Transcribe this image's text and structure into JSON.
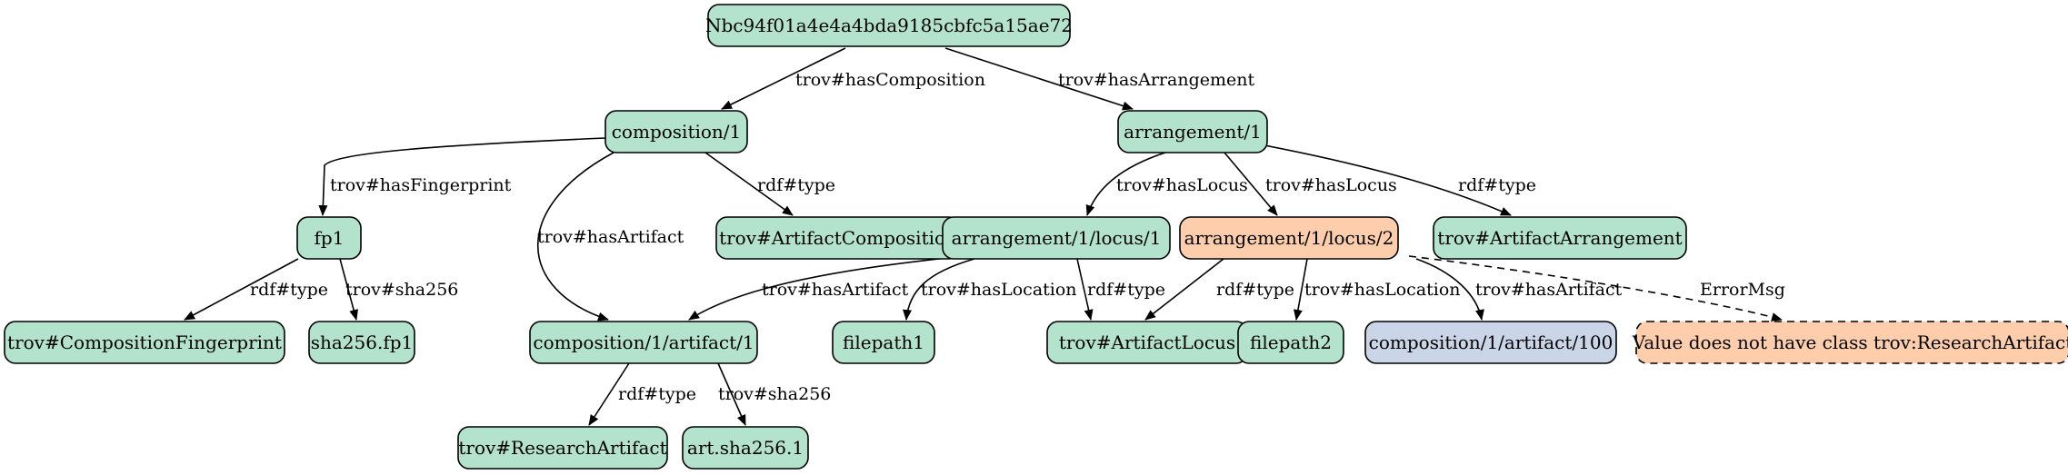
{
  "colors": {
    "default_fill": "#b3e2cd",
    "highlight_fill": "#fdcdac",
    "reference_fill": "#cbd5e8",
    "stroke": "#000000",
    "background": "#ffffff"
  },
  "nodes": [
    {
      "id": "root",
      "label": "Nbc94f01a4e4a4bda9185cbfc5a15ae72",
      "style": "default"
    },
    {
      "id": "composition",
      "label": "composition/1",
      "style": "default"
    },
    {
      "id": "arrangement",
      "label": "arrangement/1",
      "style": "default"
    },
    {
      "id": "fp1",
      "label": "fp1",
      "style": "default"
    },
    {
      "id": "artifact_composition",
      "label": "trov#ArtifactComposition",
      "style": "default"
    },
    {
      "id": "locus1",
      "label": "arrangement/1/locus/1",
      "style": "default"
    },
    {
      "id": "locus2",
      "label": "arrangement/1/locus/2",
      "style": "highlight"
    },
    {
      "id": "artifact_arrangement",
      "label": "trov#ArtifactArrangement",
      "style": "default"
    },
    {
      "id": "composition_fingerprint",
      "label": "trov#CompositionFingerprint",
      "style": "default"
    },
    {
      "id": "sha_fp1",
      "label": "sha256.fp1",
      "style": "default"
    },
    {
      "id": "artifact1",
      "label": "composition/1/artifact/1",
      "style": "default"
    },
    {
      "id": "filepath1",
      "label": "filepath1",
      "style": "default"
    },
    {
      "id": "artifact_locus",
      "label": "trov#ArtifactLocus",
      "style": "default"
    },
    {
      "id": "filepath2",
      "label": "filepath2",
      "style": "default"
    },
    {
      "id": "artifact100",
      "label": "composition/1/artifact/100",
      "style": "reference"
    },
    {
      "id": "error",
      "label": "Value does not have class trov:ResearchArtifact",
      "style": "error"
    },
    {
      "id": "research_artifact",
      "label": "trov#ResearchArtifact",
      "style": "default"
    },
    {
      "id": "art_sha",
      "label": "art.sha256.1",
      "style": "default"
    }
  ],
  "edges": [
    {
      "from": "root",
      "to": "composition",
      "label": "trov#hasComposition"
    },
    {
      "from": "root",
      "to": "arrangement",
      "label": "trov#hasArrangement"
    },
    {
      "from": "composition",
      "to": "fp1",
      "label": "trov#hasFingerprint"
    },
    {
      "from": "composition",
      "to": "artifact1",
      "label": "trov#hasArtifact"
    },
    {
      "from": "composition",
      "to": "artifact_composition",
      "label": "rdf#type"
    },
    {
      "from": "arrangement",
      "to": "locus1",
      "label": "trov#hasLocus"
    },
    {
      "from": "arrangement",
      "to": "locus2",
      "label": "trov#hasLocus"
    },
    {
      "from": "arrangement",
      "to": "artifact_arrangement",
      "label": "rdf#type"
    },
    {
      "from": "fp1",
      "to": "composition_fingerprint",
      "label": "rdf#type"
    },
    {
      "from": "fp1",
      "to": "sha_fp1",
      "label": "trov#sha256"
    },
    {
      "from": "locus1",
      "to": "artifact1",
      "label": "trov#hasArtifact"
    },
    {
      "from": "locus1",
      "to": "filepath1",
      "label": "trov#hasLocation"
    },
    {
      "from": "locus1",
      "to": "artifact_locus",
      "label": "rdf#type"
    },
    {
      "from": "locus2",
      "to": "artifact_locus",
      "label": "rdf#type"
    },
    {
      "from": "locus2",
      "to": "filepath2",
      "label": "trov#hasLocation"
    },
    {
      "from": "locus2",
      "to": "artifact100",
      "label": "trov#hasArtifact"
    },
    {
      "from": "locus2",
      "to": "error",
      "label": "ErrorMsg",
      "style": "dashed"
    },
    {
      "from": "artifact1",
      "to": "research_artifact",
      "label": "rdf#type"
    },
    {
      "from": "artifact1",
      "to": "art_sha",
      "label": "trov#sha256"
    }
  ]
}
